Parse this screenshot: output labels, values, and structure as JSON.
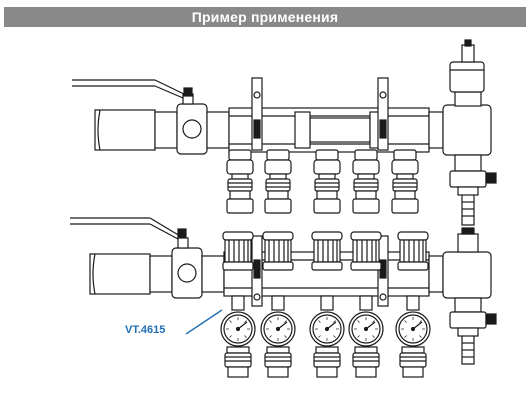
{
  "header": {
    "title": "Пример применения"
  },
  "callout": {
    "label": "VT.4615"
  },
  "colors": {
    "header_bg": "#898989",
    "line": "#1a1a1a",
    "callout": "#1f6fb5"
  },
  "diagram": {
    "description_icons": [
      "ball-valve",
      "manifold",
      "air-vent",
      "drain-valve",
      "thermometer",
      "flow-regulator"
    ]
  }
}
